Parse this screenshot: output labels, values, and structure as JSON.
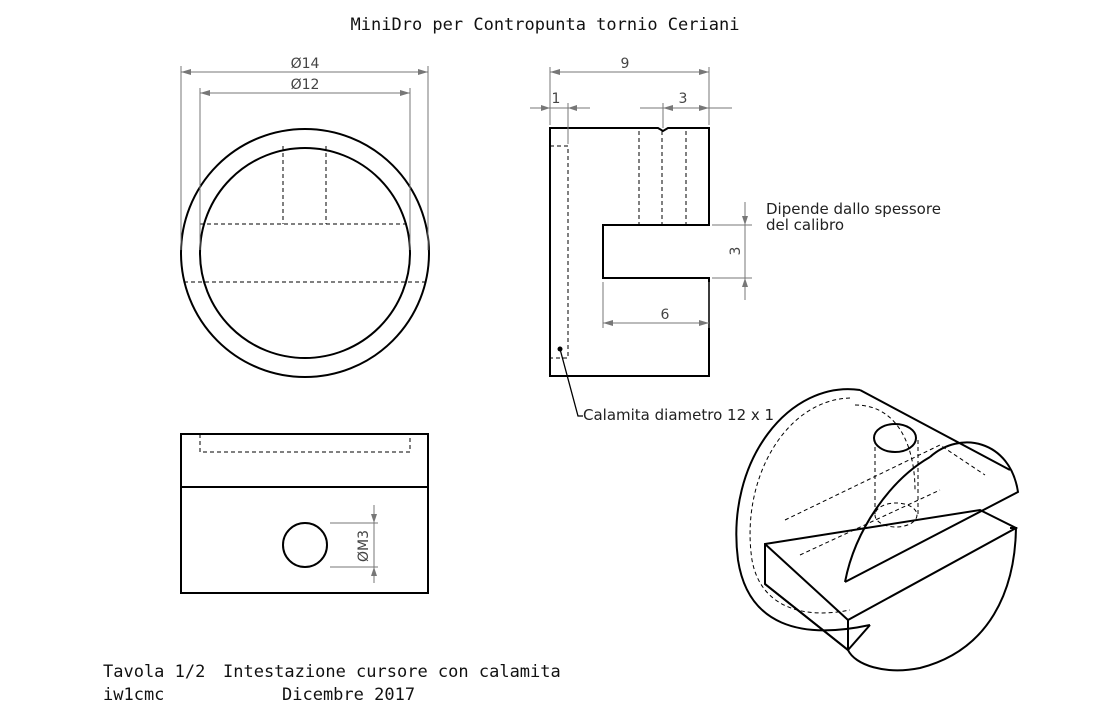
{
  "title": "MiniDro per Contropunta tornio Ceriani",
  "dimensions": {
    "outer_diameter": "Ø14",
    "inner_diameter": "Ø12",
    "length_total": "9",
    "offset_left": "1",
    "slot_width": "3",
    "gap_height": "3",
    "slot_depth": "6",
    "hole_thread": "ØM3"
  },
  "notes": {
    "gap_note_line1": "Dipende dallo spessore",
    "gap_note_line2": "del calibro",
    "magnet_note": "Calamita diametro 12 x 1"
  },
  "title_block": {
    "sheet": "Tavola 1/2",
    "description": "Intestazione cursore con calamita",
    "author": "iw1cmc",
    "date": "Dicembre 2017"
  }
}
